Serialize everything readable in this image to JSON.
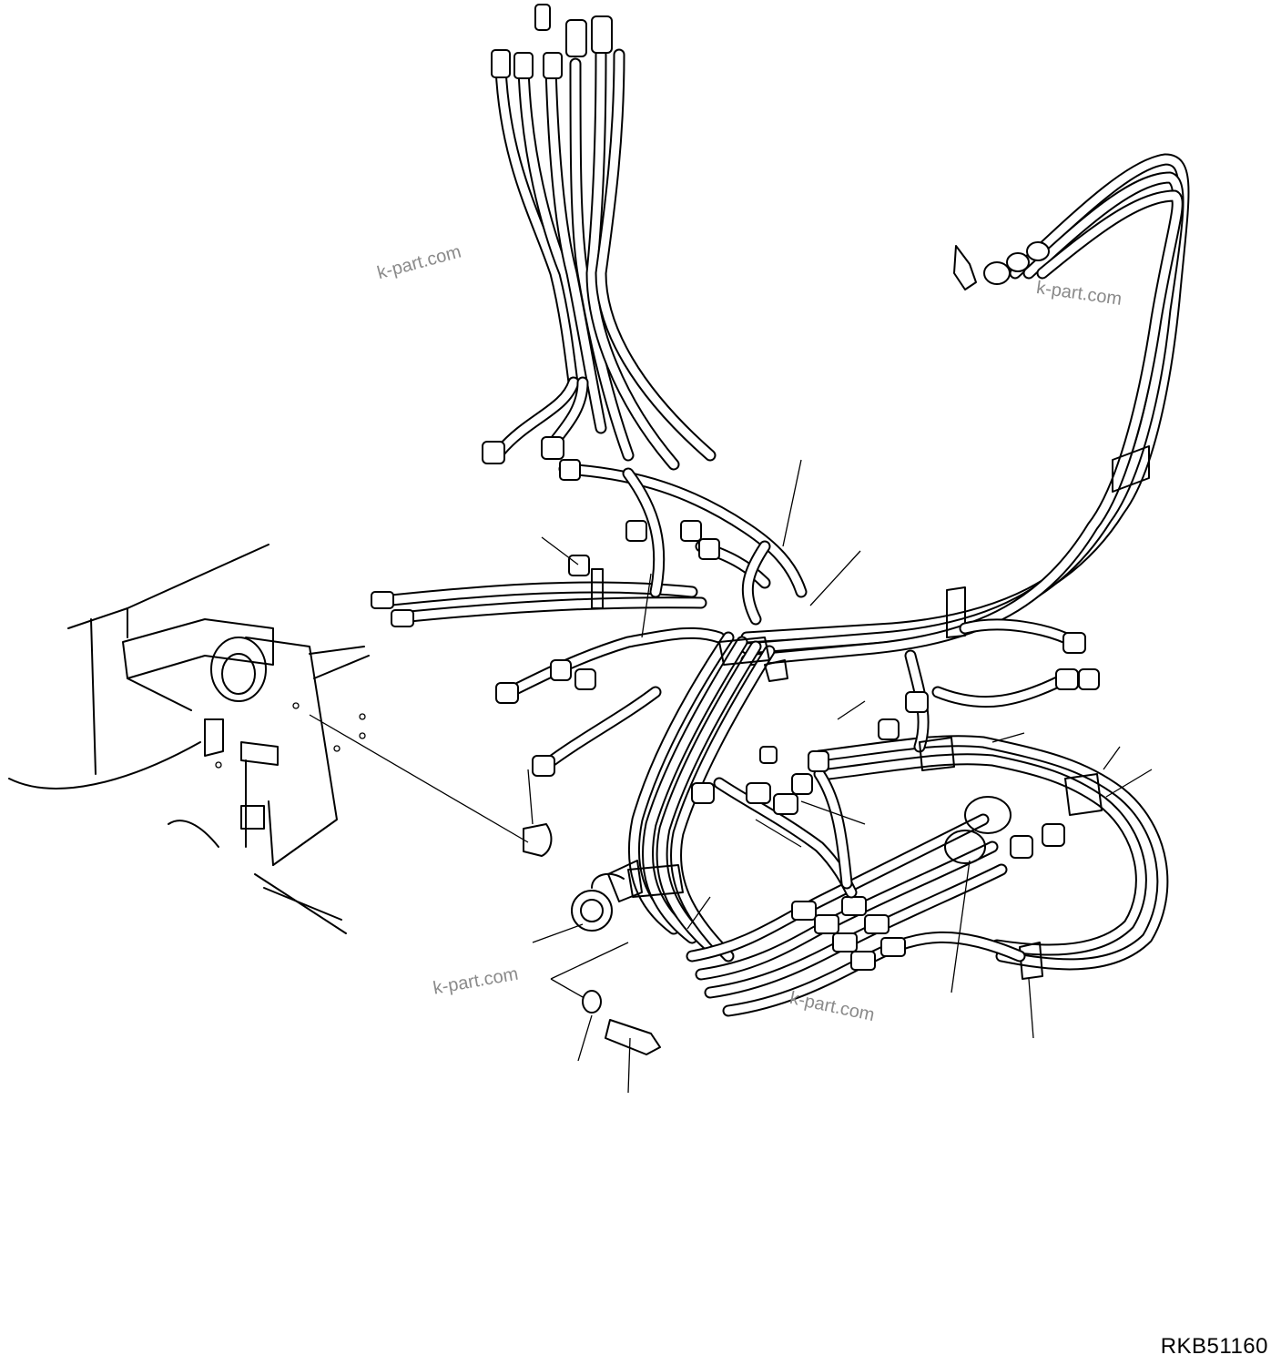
{
  "watermarks": [
    "k-part.com",
    "k-part.com",
    "k-part.com",
    "k-part.com"
  ],
  "drawing_code": "RKB51160"
}
